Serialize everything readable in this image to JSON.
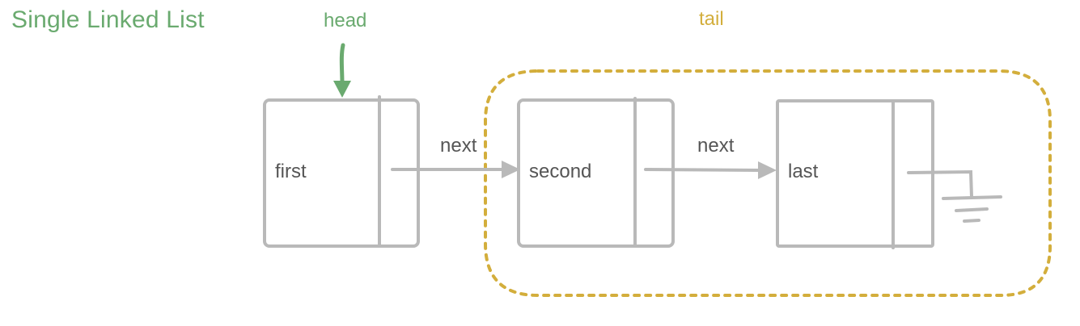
{
  "title": "Single Linked List",
  "pointers": {
    "head": "head",
    "tail": "tail"
  },
  "nodes": [
    {
      "value": "first"
    },
    {
      "value": "second"
    },
    {
      "value": "last"
    }
  ],
  "links": [
    {
      "label": "next"
    },
    {
      "label": "next"
    }
  ],
  "colors": {
    "title": "#6aaa6f",
    "head": "#6aaa6f",
    "tail": "#d3ae3c",
    "node_stroke": "#b9b9b9",
    "text": "#555555"
  }
}
